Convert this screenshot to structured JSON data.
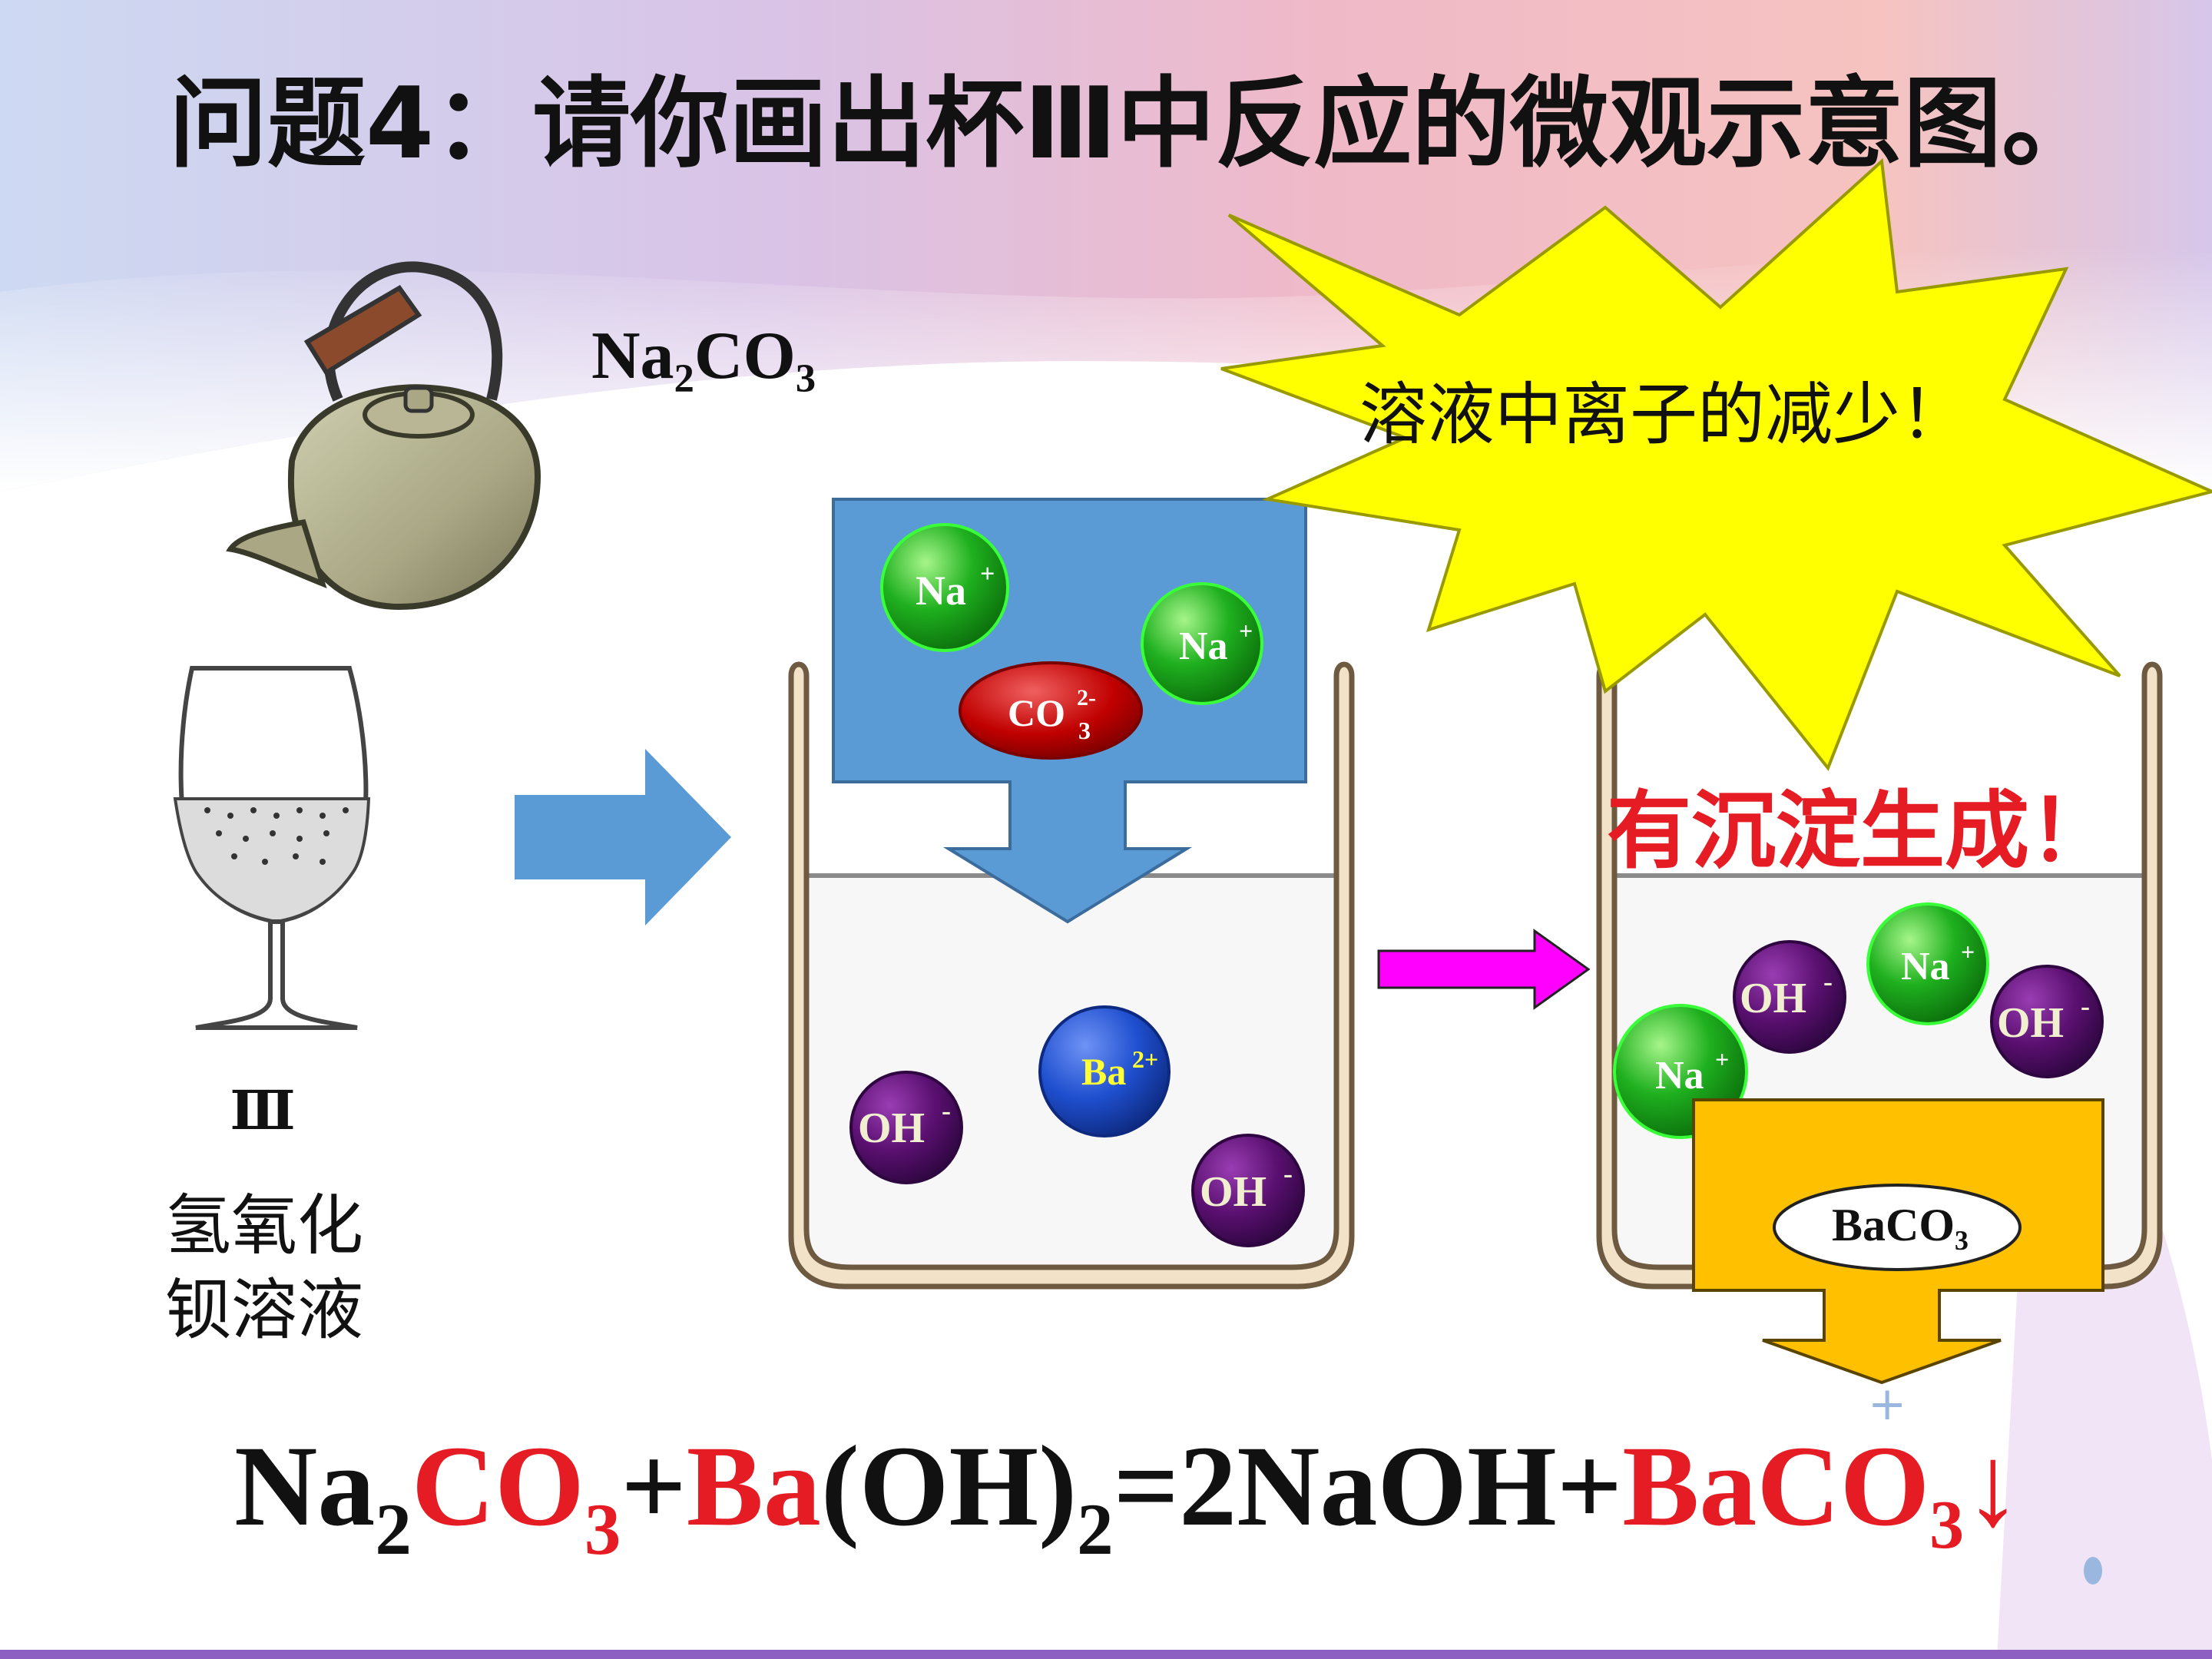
{
  "slide": {
    "title": "问题4：请你画出杯Ⅲ中反应的微观示意图。",
    "burst_text": "溶液中离子的减少！",
    "precip_text": "有沉淀生成！",
    "reagent_label": "Na₂CO₃",
    "glass_numeral": "Ⅲ",
    "solution_label_line1": "氢氧化",
    "solution_label_line2": "钡溶液",
    "precipitate_label": "BaCO₃",
    "colors": {
      "title": "#111111",
      "accent_red": "#e51c23",
      "burst_fill": "#ffff00",
      "arrow_blue": "#5b9bd5",
      "arrow_magenta": "#ff00ff",
      "precip_box": "#ffc000",
      "na_ion": "#1faa1f",
      "co3_ion": "#c00000",
      "ba_ion": "#1f4fcf",
      "oh_ion": "#5a1070"
    }
  },
  "ions": {
    "na": {
      "base": "Na",
      "sup": "+"
    },
    "co3": {
      "base": "CO",
      "sub": "3",
      "sup": "2-"
    },
    "ba": {
      "base": "Ba",
      "sup": "2+"
    },
    "oh": {
      "base": "OH",
      "sup": "-"
    }
  },
  "equation": {
    "p1": "Na",
    "p1sub": "2",
    "p2": "CO",
    "p2sub": "3",
    "p3": "+",
    "p4": "Ba",
    "p5": "(OH)",
    "p5sub": "2",
    "p6": "=2NaOH+",
    "p7": "BaCO₃↓"
  }
}
